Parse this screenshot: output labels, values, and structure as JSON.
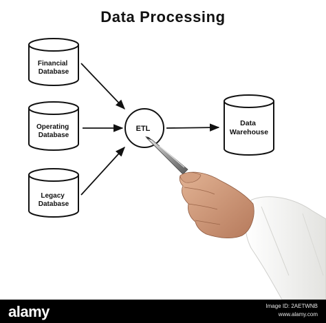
{
  "title": "Data Processing",
  "nodes": {
    "financial": [
      "Financial",
      "Database"
    ],
    "operating": [
      "Operating",
      "Database"
    ],
    "legacy": [
      "Legacy",
      "Database"
    ],
    "etl": "ETL",
    "warehouse": [
      "Data",
      "Warehouse"
    ]
  },
  "footer": {
    "brand": "alamy",
    "image_id": "Image ID: 2AETWNB",
    "site": "www.alamy.com"
  }
}
